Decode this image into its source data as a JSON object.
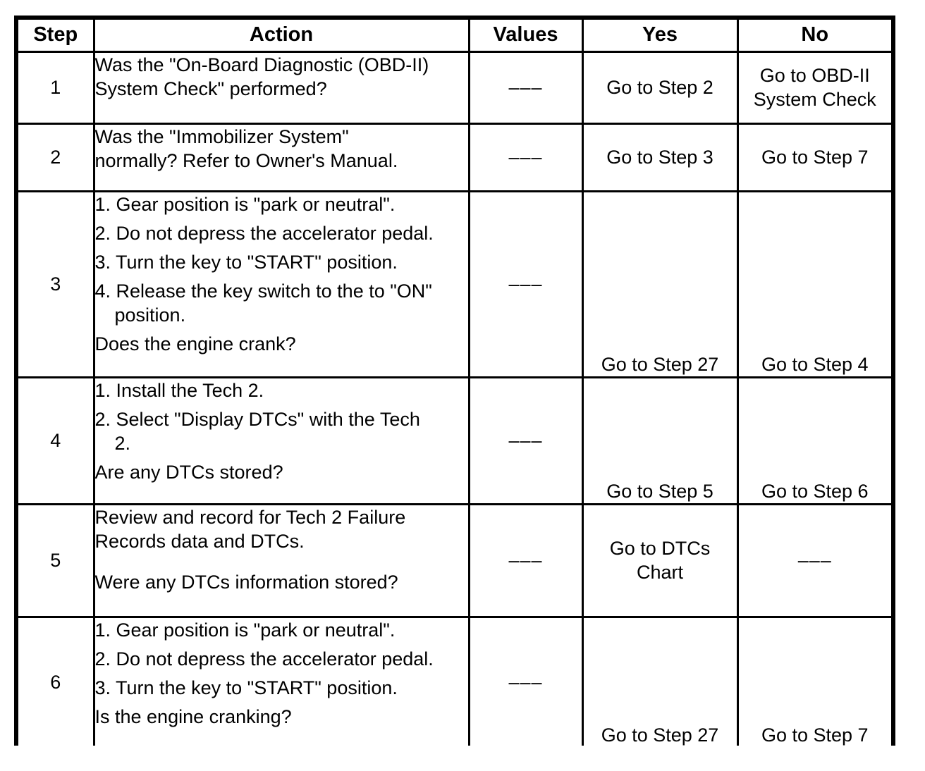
{
  "dash": "–––",
  "header": {
    "columns": [
      "Step",
      "Action",
      "Values",
      "Yes",
      "No"
    ]
  },
  "rows": [
    {
      "step": "1",
      "action": [
        {
          "lines": [
            "Was the \"On-Board Diagnostic (OBD-II)",
            "System Check\" performed?"
          ]
        }
      ],
      "values": "–––",
      "yes": [
        "Go to Step 2"
      ],
      "no": [
        "Go to OBD-II",
        "System Check"
      ],
      "result_valign": "middle"
    },
    {
      "step": "2",
      "action": [
        {
          "lines": [
            "Was the \"Immobilizer System\"",
            "normally? Refer to Owner's Manual."
          ]
        }
      ],
      "values": "–––",
      "yes": [
        "Go to Step 3"
      ],
      "no": [
        "Go to Step 7"
      ],
      "result_valign": "middle"
    },
    {
      "step": "3",
      "action": [
        {
          "num": "1.",
          "lines": [
            "Gear position is \"park or neutral\"."
          ]
        },
        {
          "num": "2.",
          "lines": [
            "Do not depress the accelerator pedal."
          ]
        },
        {
          "num": "3.",
          "lines": [
            "Turn the key to \"START\" position."
          ]
        },
        {
          "num": "4.",
          "lines": [
            "Release the key switch to the to \"ON\"",
            "position."
          ]
        },
        {
          "lines": [
            "Does the engine crank?"
          ]
        }
      ],
      "values": "–––",
      "yes": [
        "Go to Step 27"
      ],
      "no": [
        "Go to Step 4"
      ],
      "result_valign": "bottom"
    },
    {
      "step": "4",
      "action": [
        {
          "num": "1.",
          "lines": [
            "Install the Tech 2."
          ]
        },
        {
          "num": "2.",
          "lines": [
            "Select \"Display DTCs\" with the Tech",
            "2."
          ]
        },
        {
          "lines": [
            "Are any DTCs stored?"
          ]
        }
      ],
      "values": "–––",
      "yes": [
        "Go to Step 5"
      ],
      "no": [
        "Go to Step 6"
      ],
      "result_valign": "bottom"
    },
    {
      "step": "5",
      "action": [
        {
          "lines": [
            "Review and record for Tech 2 Failure",
            "Records data and DTCs."
          ]
        },
        {
          "gap": true
        },
        {
          "lines": [
            "Were any DTCs information stored?"
          ]
        }
      ],
      "values": "–––",
      "yes": [
        "Go to DTCs",
        "Chart"
      ],
      "no": [
        "–––"
      ],
      "result_valign": "middle"
    },
    {
      "step": "6",
      "action": [
        {
          "num": "1.",
          "lines": [
            "Gear position is \"park or neutral\"."
          ]
        },
        {
          "num": "2.",
          "lines": [
            "Do not depress the accelerator pedal."
          ]
        },
        {
          "num": "3.",
          "lines": [
            "Turn the key to \"START\" position."
          ]
        },
        {
          "lines": [
            "Is the engine cranking?"
          ]
        }
      ],
      "values": "–––",
      "yes": [
        "Go to Step 27"
      ],
      "no": [
        "Go to Step 7"
      ],
      "result_valign": "bottom"
    }
  ]
}
